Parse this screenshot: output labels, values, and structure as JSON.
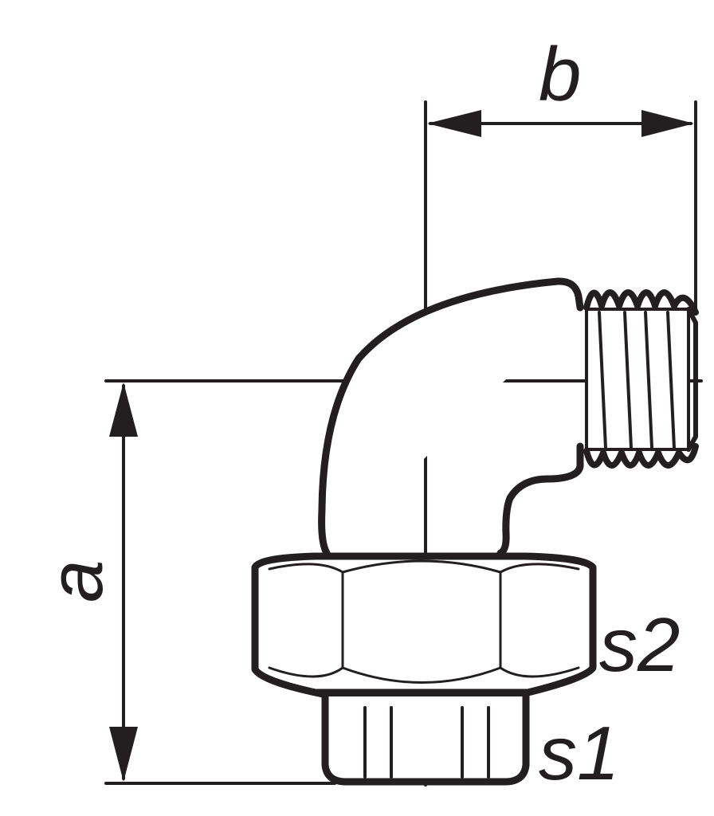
{
  "labels": {
    "dim_a": "a",
    "dim_b": "b",
    "s1": "s1",
    "s2": "s2"
  },
  "colors": {
    "ink": "#231f20",
    "background": "#ffffff"
  }
}
